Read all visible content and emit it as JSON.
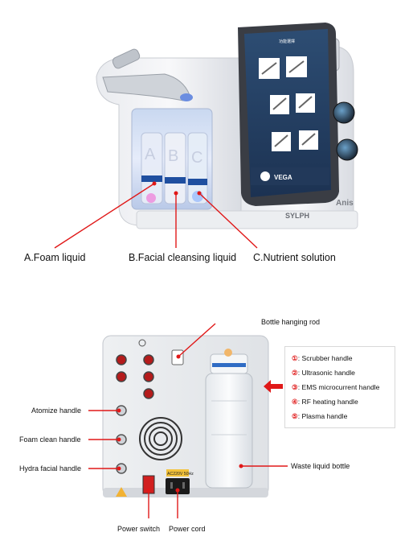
{
  "top_device": {
    "brand_left": "SYLPH",
    "brand_right": "Anis",
    "screen_title": "功能選擇",
    "screen_logo": "VEGA",
    "bottle_letters": [
      "A",
      "B",
      "C"
    ],
    "callouts": [
      {
        "label": "A.Foam liquid"
      },
      {
        "label": "B.Facial cleansing liquid"
      },
      {
        "label": "C.Nutrient solution"
      }
    ]
  },
  "back_panel": {
    "voltage_label": "AC220V 50Hz",
    "callouts": {
      "bottle_rod": "Bottle hanging rod",
      "atomize": "Atomize handle",
      "foam_clean": "Foam clean handle",
      "hydra_facial": "Hydra facial handle",
      "waste_bottle": "Waste liquid bottle",
      "power_switch": "Power switch",
      "power_cord": "Power cord"
    },
    "legend": [
      {
        "num": "①",
        "text": ": Scrubber handle"
      },
      {
        "num": "②",
        "text": ": Ultrasonic handle"
      },
      {
        "num": "③",
        "text": ": EMS microcurrent handle"
      },
      {
        "num": "④",
        "text": ": RF heating handle"
      },
      {
        "num": "⑤",
        "text": ": Plasma handle"
      }
    ]
  },
  "colors": {
    "callout_line": "#e01818",
    "legend_number": "#e02020",
    "screen_bg": "#2a4a6e",
    "arrow": "#e01818"
  }
}
